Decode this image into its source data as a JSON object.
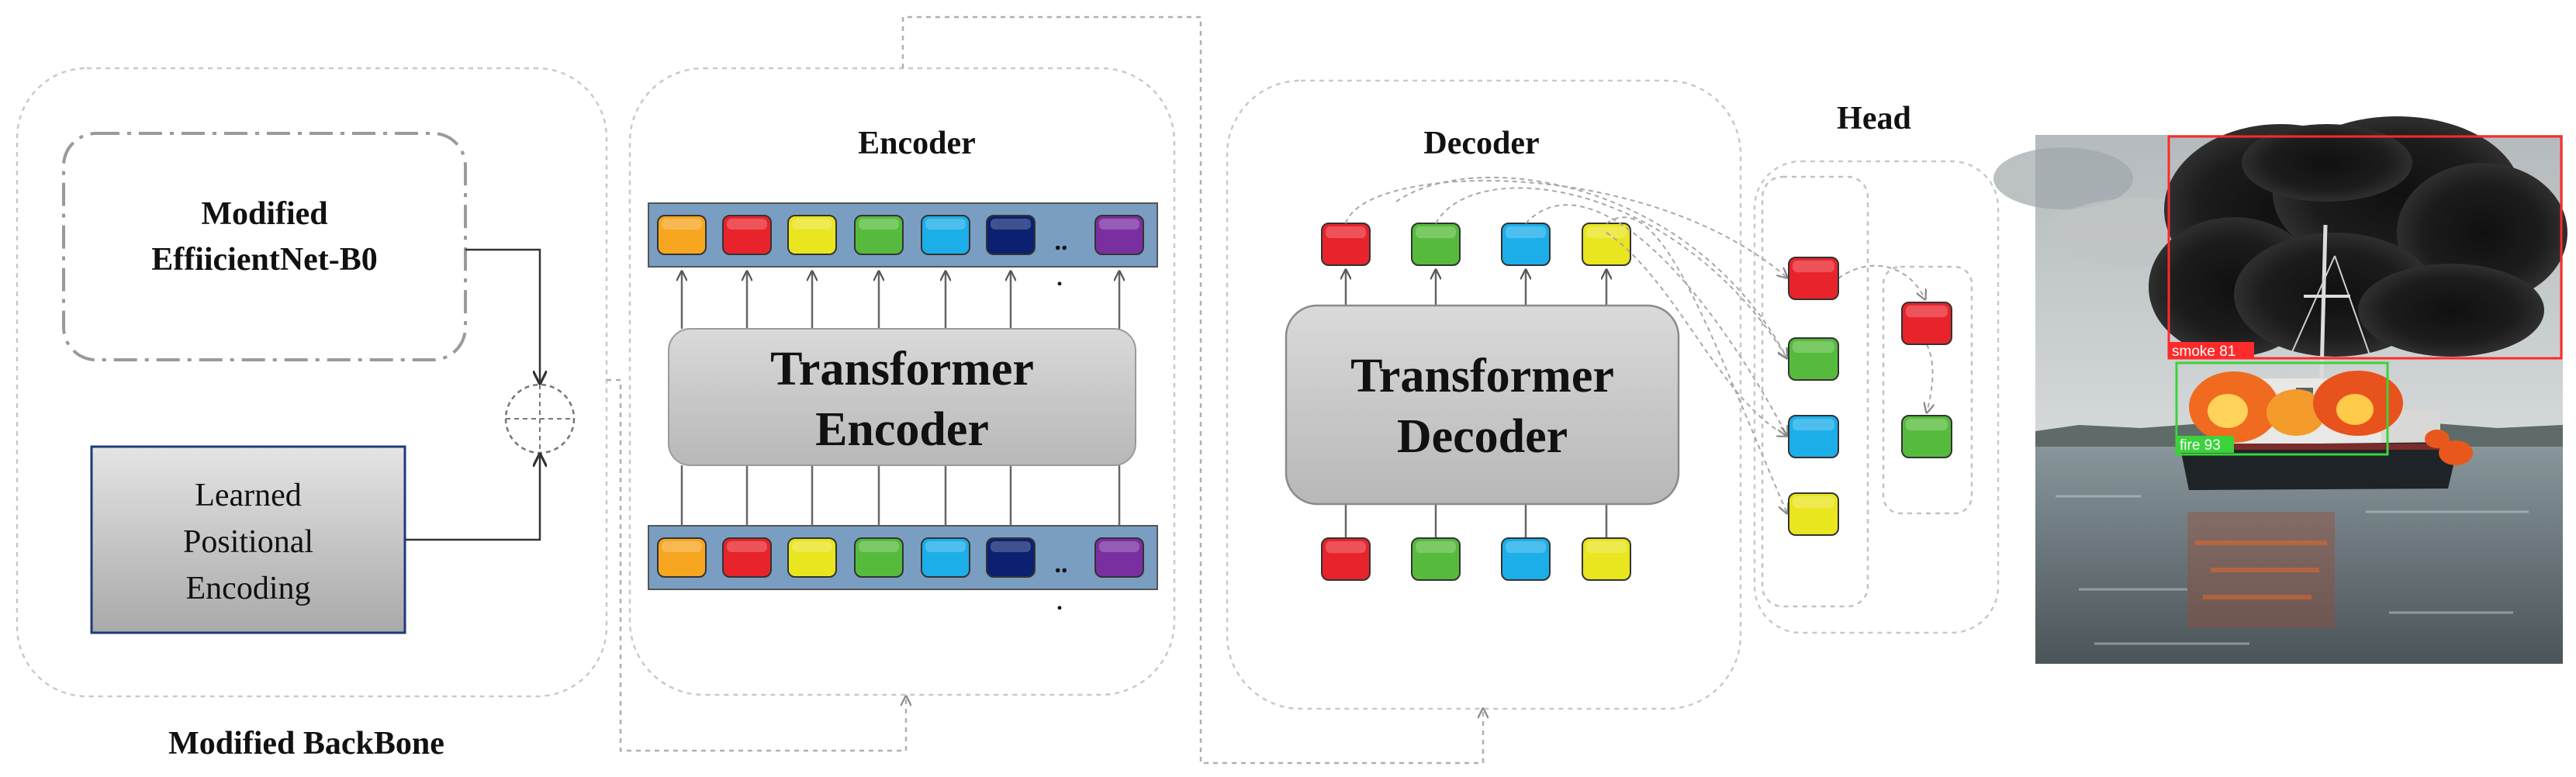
{
  "labels": {
    "backbone_caption": "Modified BackBone",
    "backbone_model_line1": "Modified",
    "backbone_model_line2": "EffiicientNet-B0",
    "pos_enc_line1": "Learned",
    "pos_enc_line2": "Positional",
    "pos_enc_line3": "Encoding",
    "encoder_title": "Encoder",
    "encoder_block_line1": "Transformer",
    "encoder_block_line2": "Encoder",
    "decoder_title": "Decoder",
    "decoder_block_line1": "Transformer",
    "decoder_block_line2": "Decoder",
    "head_title": "Head",
    "ellipsis": ".."
  },
  "detections": [
    {
      "label": "smoke 81",
      "color": "#ff2a2a"
    },
    {
      "label": "fire 93",
      "color": "#3bd23b"
    }
  ],
  "token_colors": {
    "orange": "#f7a620",
    "red": "#e8232b",
    "yellow": "#e9e51e",
    "green": "#56bb3c",
    "cyan": "#1caee9",
    "navy": "#0b2070",
    "purple": "#7a2fa0"
  },
  "encoder_tokens": [
    "orange",
    "red",
    "yellow",
    "green",
    "cyan",
    "navy",
    "purple"
  ],
  "decoder_tokens": [
    "red",
    "green",
    "cyan",
    "yellow"
  ],
  "head_tokens": [
    "red",
    "green",
    "cyan",
    "yellow"
  ],
  "head_output_tokens": [
    "red",
    "green"
  ]
}
